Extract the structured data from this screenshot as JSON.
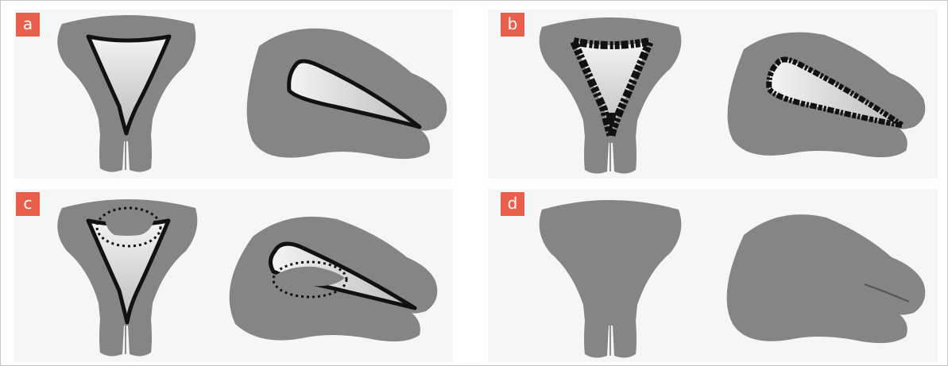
{
  "figure": {
    "panels": [
      {
        "id": "a",
        "label": "a",
        "state": "normal cavity with thin outline"
      },
      {
        "id": "b",
        "label": "b",
        "state": "cavity with thick irregular outline"
      },
      {
        "id": "c",
        "label": "c",
        "state": "cavity with dotted elliptical region"
      },
      {
        "id": "d",
        "label": "d",
        "state": "collapsed cavity, no lumen"
      }
    ]
  },
  "colors": {
    "organ_fill": "#858585",
    "cavity_light": "#f2f2f2",
    "cavity_dark": "#bdbdbd",
    "outline": "#111111",
    "badge": "#e8604c",
    "panel_background": "#f6f6f6"
  }
}
